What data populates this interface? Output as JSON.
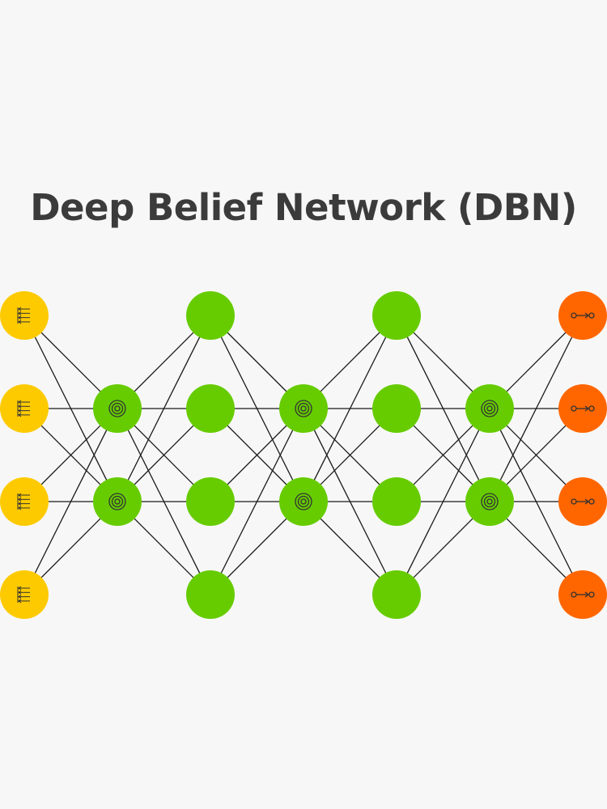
{
  "title": "Deep Belief Network (DBN)",
  "colors": {
    "background": "#f7f7f7",
    "title_text": "#3b3b3b",
    "input_node": "#fdca00",
    "hidden_node": "#66cc00",
    "output_node": "#ff6600",
    "edge": "#1a1a1a",
    "icon_stroke": "#333333"
  },
  "layers": [
    {
      "name": "input-layer",
      "role": "input",
      "node_count": 4,
      "icon": "input-lines-icon"
    },
    {
      "name": "hidden-layer-1",
      "role": "probabilistic-hidden",
      "node_count": 2,
      "icon": "concentric-circle-icon"
    },
    {
      "name": "hidden-layer-2",
      "role": "hidden",
      "node_count": 4,
      "icon": ""
    },
    {
      "name": "hidden-layer-3",
      "role": "probabilistic-hidden",
      "node_count": 2,
      "icon": "concentric-circle-icon"
    },
    {
      "name": "hidden-layer-4",
      "role": "hidden",
      "node_count": 4,
      "icon": ""
    },
    {
      "name": "hidden-layer-5",
      "role": "probabilistic-hidden",
      "node_count": 2,
      "icon": "concentric-circle-icon"
    },
    {
      "name": "output-layer",
      "role": "output",
      "node_count": 4,
      "icon": "output-arrow-icon"
    }
  ],
  "connections": "fully-connected between adjacent layers"
}
